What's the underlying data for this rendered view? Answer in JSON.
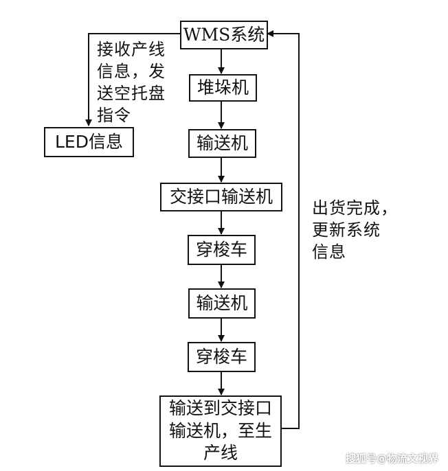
{
  "diagram": {
    "nodes": {
      "wms": "WMS系统",
      "stacker": "堆垛机",
      "conveyor_1": "输送机",
      "interface_conveyor": "交接口输送机",
      "shuttle_1": "穿梭车",
      "conveyor_2": "输送机",
      "shuttle_2": "穿梭车",
      "final": "输送到交接口\n输送机，至生\n产线",
      "led": "LED信息"
    },
    "annotations": {
      "left": "接收产线\n信息，发\n送空托盘\n指令",
      "right": "出货完成，\n更新系统\n信息"
    },
    "watermark": "搜狐号@物流文视界"
  }
}
